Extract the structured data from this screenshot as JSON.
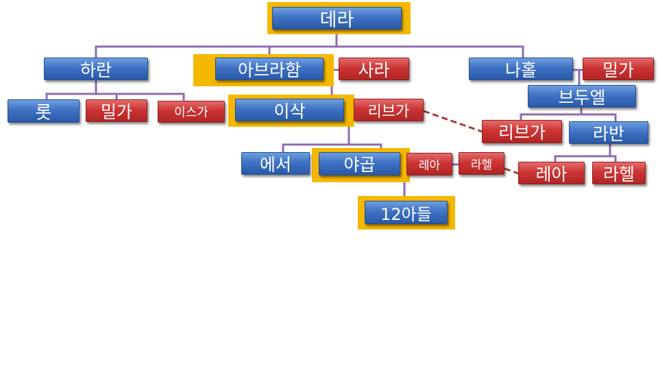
{
  "tree": {
    "dera": "데라",
    "haran": "하란",
    "abraham": "아브라함",
    "sarah": "사라",
    "nahor": "나홀",
    "milcah_nahor": "밀가",
    "lot": "롯",
    "milcah": "밀가",
    "iscah": "이스가",
    "isaac": "이삭",
    "rebekah": "리브가",
    "bethuel": "브두엘",
    "rebekah_right": "리브가",
    "laban": "라반",
    "esau": "에서",
    "jacob": "야곱",
    "leah": "레아",
    "rachel": "라헬",
    "leah_right": "레아",
    "rachel_right": "라헬",
    "twelve_sons": "12아들"
  },
  "colors": {
    "male_box": "#3f72c4",
    "female_box": "#cc3434",
    "highlight": "#f5b800",
    "connector": "#8e6bb2",
    "dashed_link": "#a83a3a"
  }
}
